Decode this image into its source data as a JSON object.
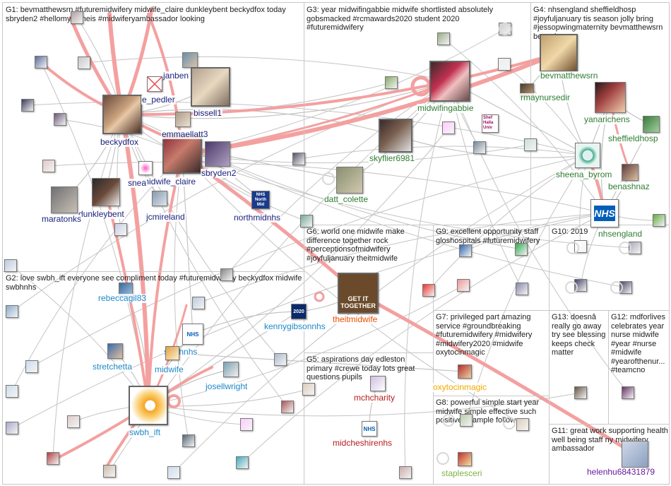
{
  "colors": {
    "g1": "#1a237e",
    "g2": "#1e88c8",
    "g3": "#2e7d32",
    "g4": "#2e7d32",
    "g5": "#b71c1c",
    "g6": "#e65100",
    "g7": "#f2a900",
    "g8": "#7cb342",
    "g11": "#6a1b9a",
    "edge_gray": "#c4c4c4",
    "edge_red": "#f4a0a0"
  },
  "groups": [
    {
      "id": "g1",
      "text": "G1: bevmatthewsrn #futuremidwifery midwife_claire dunkleybent beckydfox today sbryden2 #hellomynameis #midwiferyambassador looking"
    },
    {
      "id": "g2",
      "text": "G2: love swbh_ift everyone see compliment today #futuremidwifery beckydfox midwife swbhnhs"
    },
    {
      "id": "g3",
      "text": "G3: year midwifingabbie midwife shortlisted absolutely gobsmacked #rcmawards2020 student 2020 #futuremidwifery"
    },
    {
      "id": "g4",
      "text": "G4: nhsengland sheffieldhosp #joyfuljanuary tis season jolly bring #jessopwingmaternity bevmatthewsrn benashnaz"
    },
    {
      "id": "g5",
      "text": "G5: aspirations day edleston primary #crewe today lots great questions pupils"
    },
    {
      "id": "g6",
      "text": "G6: world one midwife make difference together rock #perceptionsofmidwifery #joyfuljanuary theitmidwife"
    },
    {
      "id": "g7",
      "text": "G7: privileged part amazing service #groundbreaking #futuremidwifery #midwifery #midwifery2020 #midwife oxytocinmagic"
    },
    {
      "id": "g8",
      "text": "G8: powerful simple start year midwife simple effective such positive example follow"
    },
    {
      "id": "g9",
      "text": "G9: excellent opportunity staff gloshospitals #futuremidwifery"
    },
    {
      "id": "g10",
      "text": "G10: 2019"
    },
    {
      "id": "g11",
      "text": "G11: great work supporting health well being staff ny midwifery ambassador"
    },
    {
      "id": "g12",
      "text": "G12: mdforlives celebrates year nurse midwife #year #nurse #midwife #yearofthenur... #teamcno"
    },
    {
      "id": "g13",
      "text": "G13: doesnâ really go away try see blessing keeps check matter"
    }
  ],
  "nodes": [
    {
      "key": "beckydfox",
      "label": "beckydfox"
    },
    {
      "key": "midwife_claire",
      "label": "midwife_claire"
    },
    {
      "key": "janbenn",
      "label": "janben"
    },
    {
      "key": "e_pedler",
      "label": "e_pedler"
    },
    {
      "key": "bissell1",
      "label": "bissell1"
    },
    {
      "key": "emmaellatt3",
      "label": "emmaellatt3"
    },
    {
      "key": "sbryden2",
      "label": "sbryden2"
    },
    {
      "key": "snea",
      "label": "snea"
    },
    {
      "key": "dunkleybent",
      "label": "dunkleybent"
    },
    {
      "key": "maratonka",
      "label": "maratonks"
    },
    {
      "key": "jcmireland",
      "label": "jcmireland"
    },
    {
      "key": "northmidnhs",
      "label": "northmidnhs"
    },
    {
      "key": "rebeccagil83",
      "label": "rebeccagil83"
    },
    {
      "key": "kennygibsonnhs",
      "label": "kennygibsonnhs"
    },
    {
      "key": "swbhnhs",
      "label": "swbhnhs"
    },
    {
      "key": "stretchetta",
      "label": "stretchetta"
    },
    {
      "key": "midwife",
      "label": "midwife"
    },
    {
      "key": "josellwright",
      "label": "josellwright"
    },
    {
      "key": "swbh_ift",
      "label": "swbh_ift"
    },
    {
      "key": "midwifingabbie",
      "label": "midwifingabbie"
    },
    {
      "key": "skyflier6981",
      "label": "skyflier6981"
    },
    {
      "key": "datt_colette",
      "label": "datt_colette"
    },
    {
      "key": "bevmatthewsrn",
      "label": "bevmatthewsrn"
    },
    {
      "key": "rmaynursedir",
      "label": "rmaynursedir"
    },
    {
      "key": "yanarichens",
      "label": "yanarichens"
    },
    {
      "key": "sheffieldhosp",
      "label": "sheffieldhosp"
    },
    {
      "key": "sheena_byrom",
      "label": "sheena_byrom"
    },
    {
      "key": "benashnaz",
      "label": "benashnaz"
    },
    {
      "key": "nhsengland",
      "label": "nhsengland"
    },
    {
      "key": "theitmidwife",
      "label": "theitmidwife"
    },
    {
      "key": "mchcharity",
      "label": "mchcharity"
    },
    {
      "key": "midcheshirenhs",
      "label": "midcheshirenhs"
    },
    {
      "key": "oxytocinmagic",
      "label": "oxytocinmagic"
    },
    {
      "key": "staplesceri",
      "label": "staplesceri"
    },
    {
      "key": "helenhu68431879",
      "label": "helenhu68431879"
    }
  ],
  "logos": {
    "northmid": "NHS North Mid",
    "nhs": "NHS",
    "nhs_small": "NHS",
    "sheffield": "Shef Halla Univ",
    "get_it_together": "GET IT TOGETHER",
    "kenny_2020": "2020"
  }
}
